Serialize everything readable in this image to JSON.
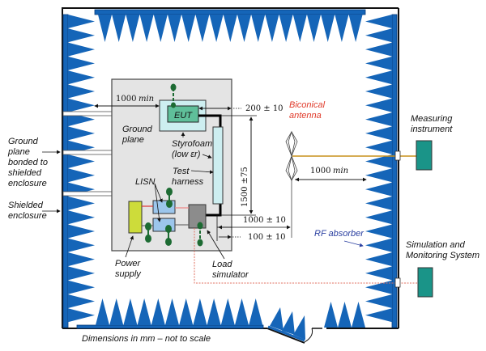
{
  "colors": {
    "absorber": "#1565b8",
    "absorber_base": "#0d4f99",
    "wall": "#111111",
    "ground_plane": "#e4e4e4",
    "styrofoam": "#cdeef0",
    "eut": "#5fbf9a",
    "lisn": "#9cc6ec",
    "power_supply": "#cddc3a",
    "load_simulator": "#8c8c8c",
    "instrument": "#1a9488",
    "connector_green": "#1d6b33",
    "antenna_cable": "#c8901c",
    "monitoring_line": "#e07060",
    "red_label": "#e03a2a",
    "blue_label": "#2a3fa0"
  },
  "labels": {
    "eut": "EUT",
    "ground_plane_line1": "Ground",
    "ground_plane_line2": "plane",
    "styrofoam_line1": "Styrofoam",
    "styrofoam_line2": "(low εr)",
    "test_harness_line1": "Test",
    "test_harness_line2": "harness",
    "lisn": "LISN",
    "power_supply_line1": "Power",
    "power_supply_line2": "supply",
    "load_simulator_line1": "Load",
    "load_simulator_line2": "simulator",
    "biconical_line1": "Biconical",
    "biconical_line2": "antenna",
    "measuring_line1": "Measuring",
    "measuring_line2": "instrument",
    "rf_absorber": "RF absorber",
    "sim_line1": "Simulation and",
    "sim_line2": "Monitoring System",
    "ground_bonded_line1": "Ground",
    "ground_bonded_line2": "plane",
    "ground_bonded_line3": "bonded to",
    "ground_bonded_line4": "shielded",
    "ground_bonded_line5": "enclosure",
    "shielded_line1": "Shielded",
    "shielded_line2": "enclosure",
    "footer": "Dimensions in mm – not to scale"
  },
  "dimensions": {
    "eut_to_wall": {
      "value": "1000",
      "unit": "min"
    },
    "harness_offset": "200 ± 10",
    "harness_length": "1500 ±75",
    "antenna_height_ref": "1000 ± 10",
    "ground_edge": "100 ± 10",
    "antenna_to_wall": {
      "value": "1000",
      "unit": "min"
    }
  }
}
